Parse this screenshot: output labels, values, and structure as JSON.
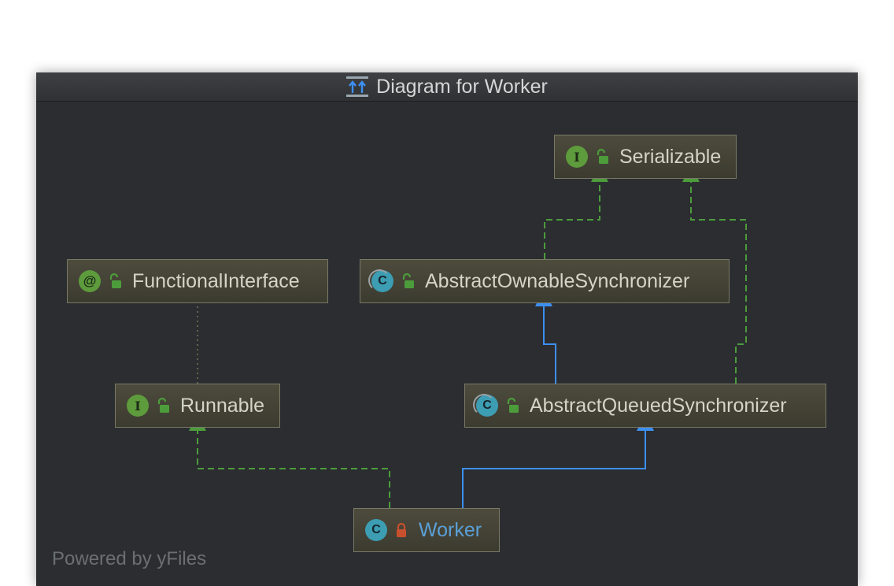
{
  "window": {
    "title": "Diagram for Worker",
    "title_icon": "diagram-icon"
  },
  "nodes": {
    "serializable": {
      "kind": "interface",
      "badge": "I",
      "lock": "unlocked",
      "label": "Serializable"
    },
    "functional_interface": {
      "kind": "annotation",
      "badge": "@",
      "lock": "unlocked",
      "label": "FunctionalInterface"
    },
    "abstract_ownable_synchronizer": {
      "kind": "abstract-class",
      "badge": "C",
      "lock": "unlocked",
      "label": "AbstractOwnableSynchronizer"
    },
    "runnable": {
      "kind": "interface",
      "badge": "I",
      "lock": "unlocked",
      "label": "Runnable"
    },
    "abstract_queued_synchronizer": {
      "kind": "abstract-class",
      "badge": "C",
      "lock": "unlocked",
      "label": "AbstractQueuedSynchronizer"
    },
    "worker": {
      "kind": "class",
      "badge": "C",
      "lock": "locked",
      "label": "Worker"
    }
  },
  "edges": [
    {
      "from": "Worker",
      "to": "AbstractQueuedSynchronizer",
      "style": "extends"
    },
    {
      "from": "Worker",
      "to": "Runnable",
      "style": "implements"
    },
    {
      "from": "AbstractQueuedSynchronizer",
      "to": "AbstractOwnableSynchronizer",
      "style": "extends"
    },
    {
      "from": "AbstractQueuedSynchronizer",
      "to": "Serializable",
      "style": "implements"
    },
    {
      "from": "AbstractOwnableSynchronizer",
      "to": "Serializable",
      "style": "implements"
    },
    {
      "from": "Runnable",
      "to": "FunctionalInterface",
      "style": "annotated"
    }
  ],
  "colors": {
    "extends": "#3d8ff0",
    "implements": "#4c9c3c",
    "annotated": "#6e7f5a",
    "worker_label": "#5aa0d8",
    "private_lock": "#c8502e",
    "public_lock": "#4c9c3c"
  },
  "footer": {
    "powered_by": "Powered by yFiles"
  }
}
